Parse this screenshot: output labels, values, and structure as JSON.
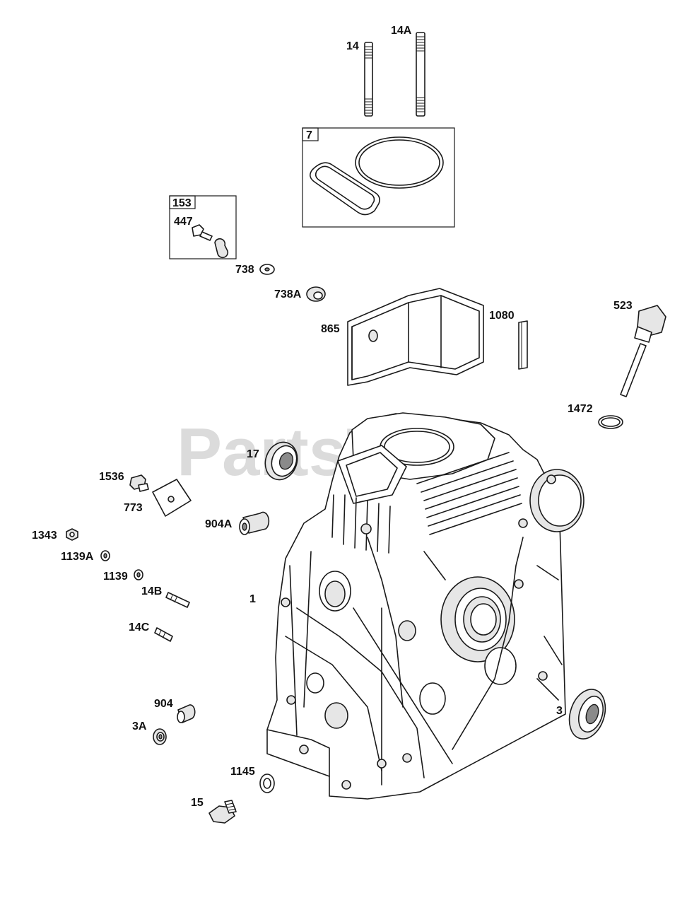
{
  "watermark": "PartsTree",
  "kits": {
    "gasket_kit": "7",
    "breather_kit": "153"
  },
  "labels": {
    "p14": "14",
    "p14A": "14A",
    "p447": "447",
    "p738": "738",
    "p738A": "738A",
    "p865": "865",
    "p1080": "1080",
    "p523": "523",
    "p1472": "1472",
    "p17": "17",
    "p1536": "1536",
    "p773": "773",
    "p904A": "904A",
    "p1343": "1343",
    "p1139A": "1139A",
    "p1139": "1139",
    "p14B": "14B",
    "p1": "1",
    "p14C": "14C",
    "p904": "904",
    "p3A": "3A",
    "p3": "3",
    "p1145": "1145",
    "p15": "15"
  }
}
